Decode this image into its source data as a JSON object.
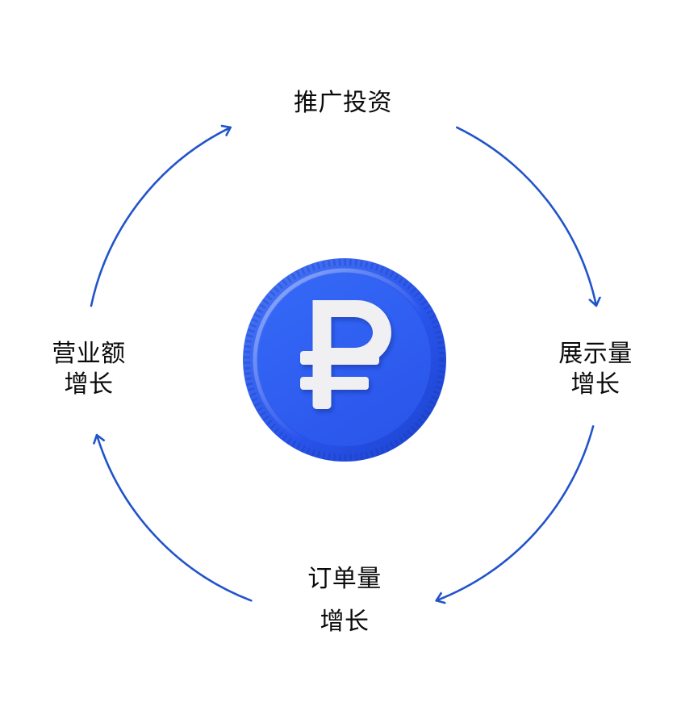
{
  "diagram": {
    "type": "cycle",
    "direction": "clockwise",
    "center": {
      "icon": "ruble-coin-icon",
      "currency_symbol": "₽"
    },
    "nodes": {
      "top": {
        "label": "推广投资"
      },
      "right": {
        "label": "展示量\n增长"
      },
      "bottom": {
        "label": "订单量\n增长"
      },
      "left": {
        "label": "营业额\n增长"
      }
    },
    "colors": {
      "arrow": "#2154CB",
      "coin_face": "#2E5FF3",
      "coin_edge_dark": "#1B41CE",
      "coin_edge_light": "#4A79F8",
      "coin_symbol": "#F0F0F2",
      "label_text": "#0A0A0A",
      "background": "#FFFFFF"
    }
  }
}
